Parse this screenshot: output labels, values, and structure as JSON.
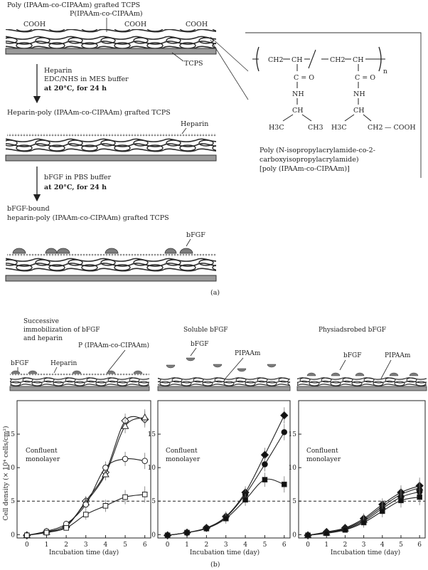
{
  "panel_a": {
    "top_label": "Poly (IPAAm-co-CIPAAm) grafted TCPS",
    "chain_label": "P(IPAAm-co-CIPAAm)",
    "cooh1": "COOH",
    "cooh2": "COOH",
    "cooh3": "COOH",
    "tcps_label": "TCPS",
    "step1_line1": "Heparin",
    "step1_line2": "EDC/NHS in MES buffer",
    "step1_line3": "at 20°C, for 24 h",
    "heparin_surface_label": "Heparin-poly (IPAAm-co-CIPAAm) grafted TCPS",
    "heparin_label": "Heparin",
    "step2_line1": "bFGF in PBS buffer",
    "step2_line2": "at 20°C, for 24 h",
    "bound_line1": "bFGF-bound",
    "bound_line2": "heparin-poly (IPAAm-co-CIPAAm) grafted TCPS",
    "bfgf_label": "bFGF",
    "struct": {
      "ch2_a": "CH2",
      "ch_a": "CH",
      "ch2_b": "CH2",
      "ch_b": "CH",
      "co_a": "C = O",
      "co_b": "C = O",
      "nh_a": "NH",
      "nh_b": "NH",
      "ch_c": "CH",
      "ch_d": "CH",
      "h3c_a": "H3C",
      "ch3_a": "CH3",
      "h3c_b": "H3C",
      "ch2_c": "CH2",
      "cooh": "— COOH",
      "n": "n"
    },
    "name_line1": "Poly (N-isopropylacrylamide-co-2-",
    "name_line2": "carboxyisopropylacrylamide)",
    "name_line3": "[poly (IPAAm-co-CIPAAm)]",
    "caption": "(a)"
  },
  "panel_b": {
    "caption": "(b)",
    "sub1_title_line1": "Successive",
    "sub1_title_line2": "immobilization of bFGF",
    "sub1_title_line3": "and heparin",
    "sub1_chain_label": "P (IPAAm-co-CIPAAm)",
    "sub1_bfgf": "bFGF",
    "sub1_heparin": "Heparin",
    "sub2_title": "Soluble bFGF",
    "sub2_bfgf": "bFGF",
    "sub2_pipaam": "PIPAAm",
    "sub3_title": "Physiadsrobed bFGF",
    "sub3_bfgf": "bFGF",
    "sub3_pipaam": "PIPAAm",
    "ylabel": "Cell density (× 10⁴ cells/cm²)",
    "xlabel": "Incubation time (day)",
    "confluent_line1": "Confluent",
    "confluent_line2": "monolayer"
  },
  "chart_data": [
    {
      "type": "line",
      "x": [
        0,
        1,
        2,
        3,
        4,
        5,
        6
      ],
      "xlim": [
        -0.5,
        6.3
      ],
      "ylim": [
        -0.5,
        20
      ],
      "x_ticks": [
        0,
        1,
        2,
        3,
        4,
        5,
        6
      ],
      "y_ticks": [
        0,
        5,
        10,
        15
      ],
      "xlabel": "Incubation time (day)",
      "ylabel": "Cell density (× 10⁴ cells/cm²)",
      "reference_line": 5,
      "series": [
        {
          "marker": "open-diamond",
          "values": [
            -0.1,
            0.4,
            1.2,
            5.0,
            9.3,
            17.0,
            17.2
          ]
        },
        {
          "marker": "open-triangle",
          "values": [
            -0.1,
            0.4,
            1.4,
            4.8,
            9.0,
            16.2,
            17.5
          ]
        },
        {
          "marker": "open-circle",
          "values": [
            -0.1,
            0.5,
            1.6,
            4.5,
            10.0,
            11.3,
            11.0
          ]
        },
        {
          "marker": "open-square",
          "values": [
            -0.1,
            0.3,
            1.0,
            3.0,
            4.3,
            5.6,
            6.0
          ]
        }
      ]
    },
    {
      "type": "line",
      "x": [
        0,
        1,
        2,
        3,
        4,
        5,
        6
      ],
      "xlim": [
        -0.5,
        6.3
      ],
      "ylim": [
        -0.5,
        20
      ],
      "x_ticks": [
        0,
        1,
        2,
        3,
        4,
        5,
        6
      ],
      "y_ticks": [
        0,
        5,
        10,
        15
      ],
      "xlabel": "Incubation time (day)",
      "reference_line": 5,
      "series": [
        {
          "marker": "filled-diamond",
          "values": [
            -0.1,
            0.3,
            1.0,
            2.7,
            6.3,
            11.9,
            17.8
          ]
        },
        {
          "marker": "filled-circle",
          "values": [
            -0.1,
            0.3,
            1.0,
            2.6,
            6.0,
            10.5,
            15.3
          ]
        },
        {
          "marker": "filled-square",
          "values": [
            -0.1,
            0.3,
            0.9,
            2.4,
            5.2,
            8.2,
            7.5
          ]
        }
      ]
    },
    {
      "type": "line",
      "x": [
        0,
        1,
        2,
        3,
        4,
        5,
        6
      ],
      "xlim": [
        -0.5,
        6.3
      ],
      "ylim": [
        -0.5,
        20
      ],
      "x_ticks": [
        0,
        1,
        2,
        3,
        4,
        5,
        6
      ],
      "y_ticks": [
        0,
        5,
        10,
        15
      ],
      "xlabel": "Incubation time (day)",
      "reference_line": 5,
      "series": [
        {
          "marker": "filled-diamond",
          "values": [
            -0.1,
            0.4,
            1.0,
            2.4,
            4.5,
            6.3,
            7.3
          ]
        },
        {
          "marker": "filled-triangle",
          "values": [
            -0.1,
            0.3,
            0.9,
            2.2,
            4.2,
            6.0,
            7.0
          ]
        },
        {
          "marker": "filled-circle",
          "values": [
            -0.1,
            0.3,
            0.8,
            2.0,
            3.9,
            5.6,
            6.4
          ]
        },
        {
          "marker": "filled-square",
          "values": [
            -0.1,
            0.2,
            0.7,
            1.8,
            3.5,
            5.1,
            5.6
          ]
        }
      ]
    }
  ]
}
